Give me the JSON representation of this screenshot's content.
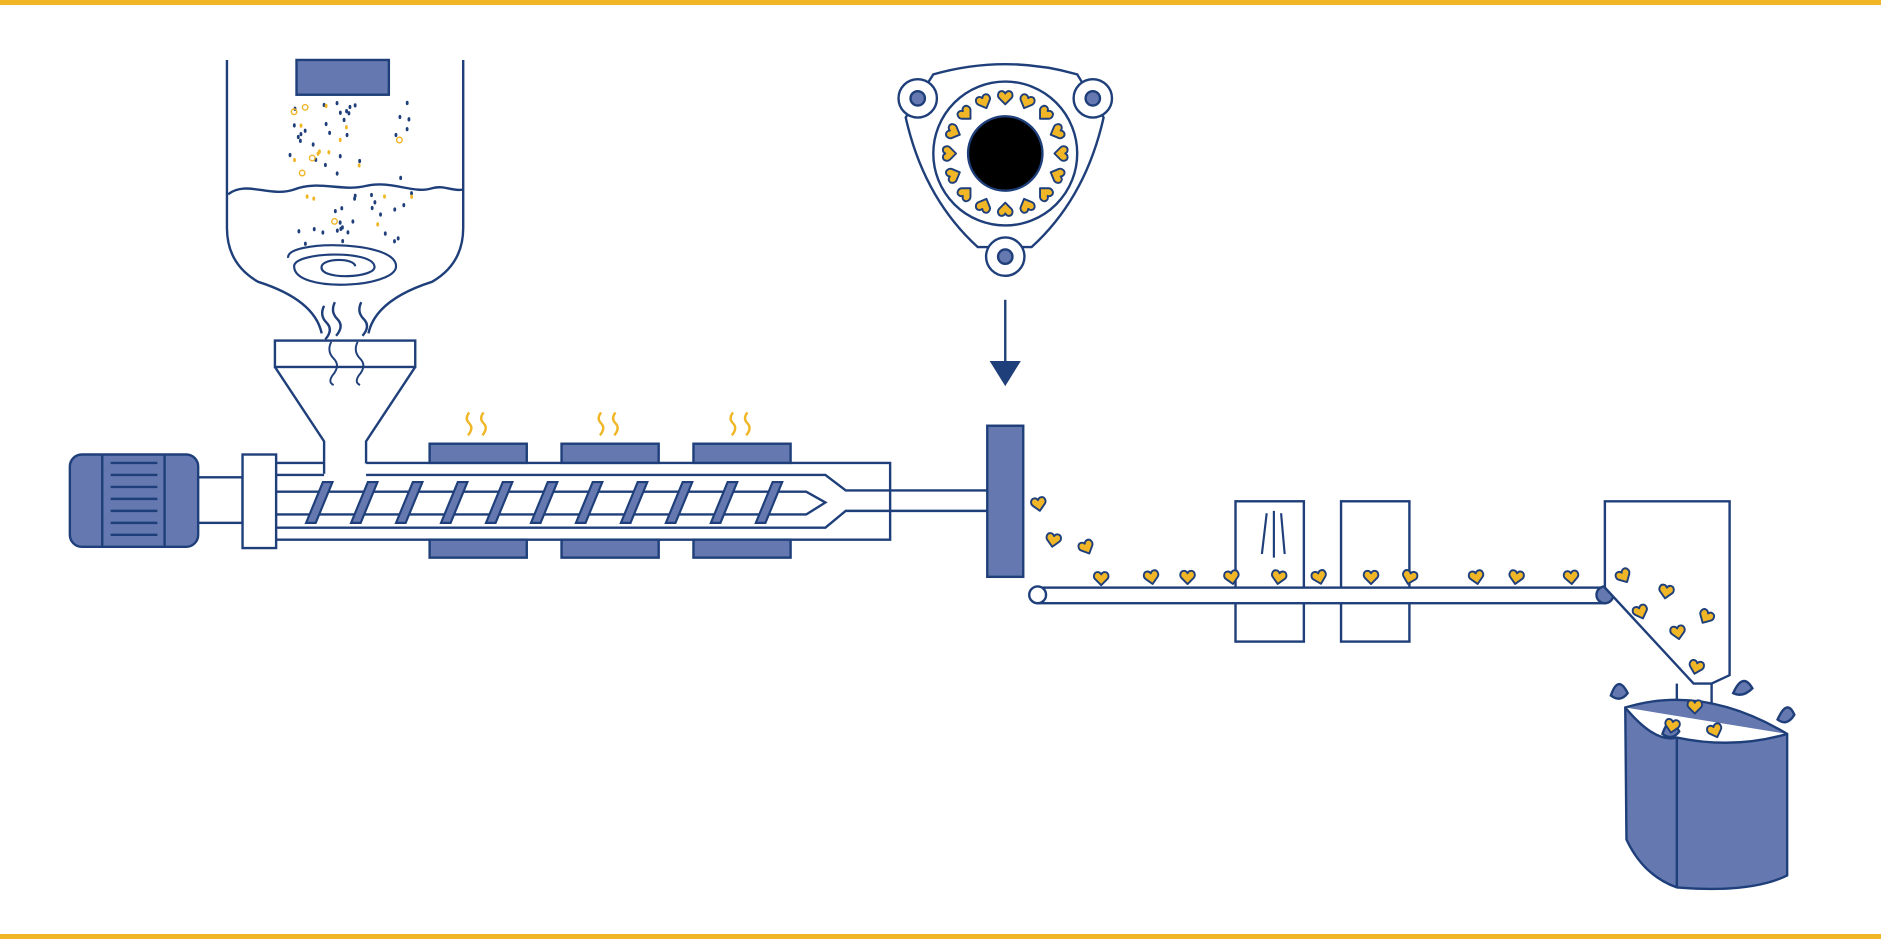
{
  "colors": {
    "outline": "#1f3f7a",
    "fill": "#6579b0",
    "accent": "#f0b626",
    "die_hole": "#000000",
    "background": "#ffffff"
  },
  "icons": {
    "heat": "wavy-heat-lines",
    "arrow": "down-arrow",
    "product": "heart-shaped-pellet"
  },
  "stages": [
    "mixing-tank",
    "feed-hopper",
    "extruder-barrel",
    "die-plate",
    "cutter-conveyor",
    "collection-bag"
  ]
}
